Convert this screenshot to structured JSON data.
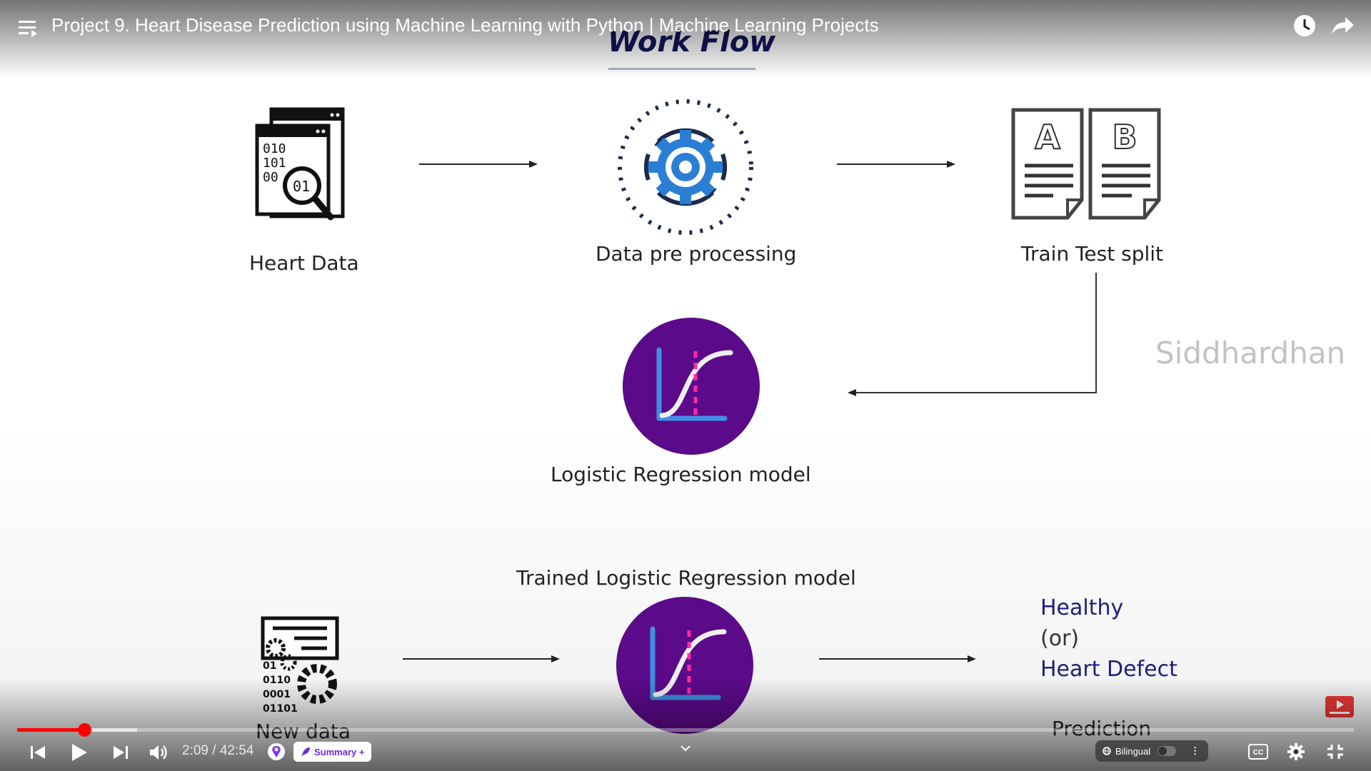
{
  "player": {
    "video_title": "Project 9. Heart Disease Prediction using Machine Learning with Python | Machine Learning Projects",
    "time_current": "2:09",
    "time_separator": "/",
    "time_total": "42:54",
    "progress_fraction": 0.05,
    "buffered_fraction": 0.09,
    "summary_label": "Summary +",
    "bilingual_label": "Bilingual",
    "cc_label": "CC",
    "accent_color": "#ff0000"
  },
  "slide": {
    "title": "Work Flow",
    "watermark": "Siddhardhan",
    "steps": {
      "heart_data": "Heart Data",
      "pre_processing": "Data pre processing",
      "split": "Train Test split",
      "model": "Logistic Regression model",
      "trained_model": "Trained Logistic Regression model",
      "new_data": "New data",
      "healthy": "Healthy",
      "or": "(or)",
      "defect": "Heart Defect",
      "prediction": "Prediction"
    },
    "icons": {
      "binary_lines": [
        "010",
        "101",
        "00"
      ],
      "magnifier_text": "01",
      "doc_a": "A",
      "doc_b": "B",
      "new_data_lines": [
        "01",
        "0110",
        "0001",
        "01101"
      ]
    },
    "colors": {
      "model_purple": "#5b0a8a",
      "gear_blue": "#2a7fd4",
      "title_navy": "#15155e"
    }
  }
}
